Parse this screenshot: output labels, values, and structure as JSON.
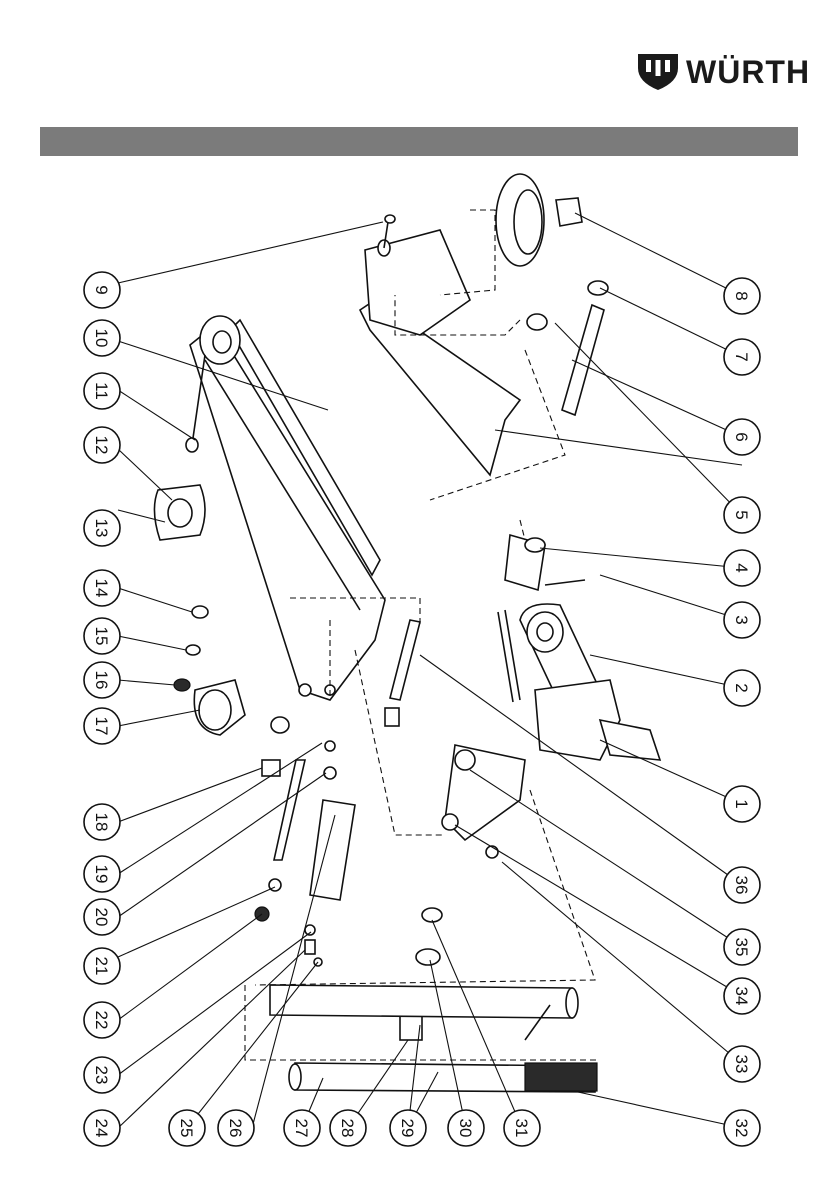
{
  "brand": {
    "name": "WÜRTH"
  },
  "colors": {
    "header_bar": "#7b7b7b",
    "ink": "#111111",
    "logo": "#1a1a1a"
  },
  "callouts": [
    "1",
    "2",
    "3",
    "4",
    "5",
    "6",
    "7",
    "8",
    "9",
    "10",
    "11",
    "12",
    "13",
    "14",
    "15",
    "16",
    "17",
    "18",
    "19",
    "20",
    "21",
    "22",
    "23",
    "24",
    "25",
    "26",
    "27",
    "28",
    "29",
    "30",
    "31",
    "32",
    "33",
    "34",
    "35",
    "36"
  ]
}
